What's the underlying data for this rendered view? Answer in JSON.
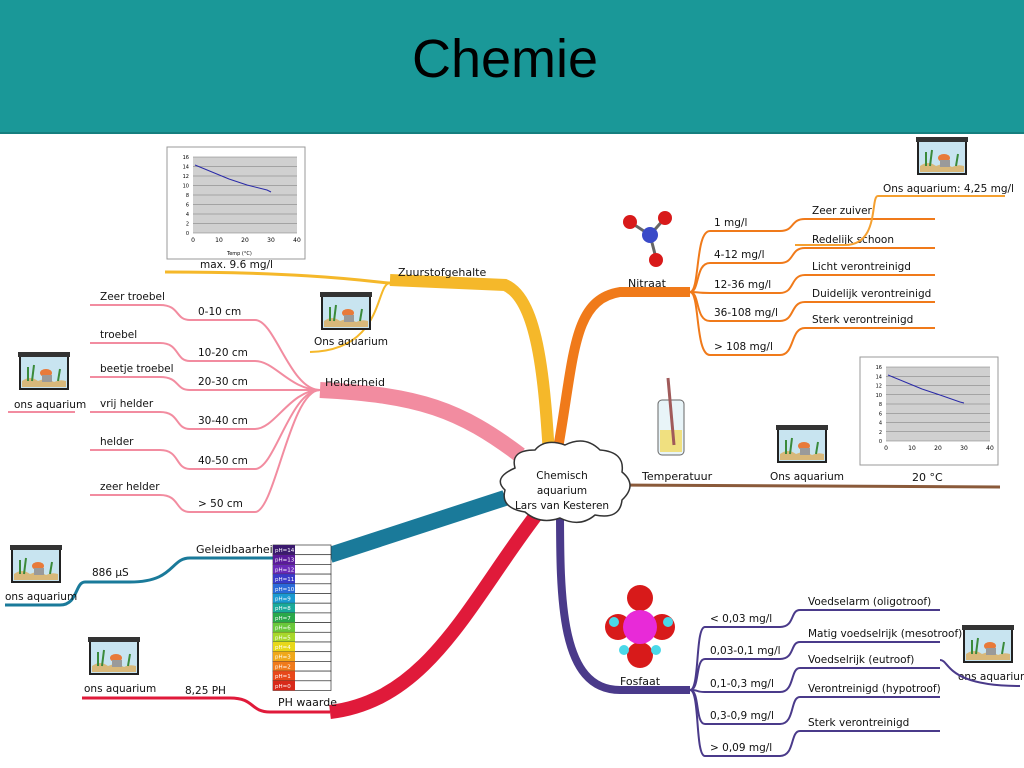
{
  "title": "Chemie",
  "center": {
    "line1": "Chemisch",
    "line2": "aquarium",
    "line3": "Lars van Kesteren"
  },
  "zuurstof": {
    "label": "Zuurstofgehalte",
    "value": "max. 9.6 mg/l",
    "aquarium": "Ons aquarium"
  },
  "helderheid": {
    "label": "Helderheid",
    "aquarium": "ons aquarium",
    "rows": [
      {
        "desc": "Zeer troebel",
        "range": "0-10 cm"
      },
      {
        "desc": "troebel",
        "range": "10-20 cm"
      },
      {
        "desc": "beetje troebel",
        "range": "20-30 cm"
      },
      {
        "desc": "vrij helder",
        "range": "30-40 cm"
      },
      {
        "desc": "helder",
        "range": "40-50 cm"
      },
      {
        "desc": "zeer helder",
        "range": "> 50 cm"
      }
    ]
  },
  "geleidbaarheid": {
    "label": "Geleidbaarheid",
    "value": "886 μS",
    "aquarium": "ons aquarium"
  },
  "ph": {
    "label": "PH waarde",
    "value": "8,25 PH",
    "aquarium": "ons aquarium",
    "scale": [
      "pH=14",
      "pH=13",
      "pH=12",
      "pH=11",
      "pH=10",
      "pH=9",
      "pH=8",
      "pH=7",
      "pH=6",
      "pH=5",
      "pH=4",
      "pH=3",
      "pH=2",
      "pH=1",
      "pH=0"
    ],
    "colors": [
      "#3b1a6e",
      "#5a1a9a",
      "#6a2ab8",
      "#3a3ac8",
      "#2a6ad8",
      "#1a9ad0",
      "#1aaa9a",
      "#2aa84a",
      "#6ac83a",
      "#a8d82a",
      "#e8d81a",
      "#f0a81a",
      "#f07a1a",
      "#e8481a",
      "#d82a1a"
    ]
  },
  "nitraat": {
    "label": "Nitraat",
    "aquarium": "Ons aquarium: 4,25 mg/l",
    "rows": [
      {
        "range": "1 mg/l",
        "desc": "Zeer zuiver"
      },
      {
        "range": "4-12 mg/l",
        "desc": "Redelijk schoon"
      },
      {
        "range": "12-36 mg/l",
        "desc": "Licht verontreinigd"
      },
      {
        "range": "36-108 mg/l",
        "desc": "Duidelijk verontreinigd"
      },
      {
        "range": "> 108 mg/l",
        "desc": "Sterk verontreinigd"
      }
    ]
  },
  "temperatuur": {
    "label": "Temperatuur",
    "aquarium": "Ons aquarium",
    "value": "20 °C"
  },
  "fosfaat": {
    "label": "Fosfaat",
    "aquarium": "ons aquarium",
    "rows": [
      {
        "range": "< 0,03 mg/l",
        "desc": "Voedselarm (oligotroof)"
      },
      {
        "range": "0,03-0,1 mg/l",
        "desc": "Matig voedselrijk (mesotroof)"
      },
      {
        "range": "0,1-0,3 mg/l",
        "desc": "Voedselrijk (eutroof)"
      },
      {
        "range": "0,3-0,9 mg/l",
        "desc": "Verontreinigd (hypotroof)"
      },
      {
        "range": "> 0,09 mg/l",
        "desc": "Sterk verontreinigd"
      }
    ]
  },
  "graph": {
    "xticks": [
      "0",
      "10",
      "20",
      "30",
      "40"
    ],
    "yticks": [
      "16",
      "14",
      "12",
      "10",
      "8",
      "6",
      "4",
      "2",
      "0"
    ],
    "xlabel": "Temp (°C)"
  },
  "colors": {
    "header": "#1a9898",
    "zuurstof": "#f5b82a",
    "helderheid": "#f07a90",
    "nitraat": "#f07a1a",
    "temperatuur": "#8a5a3a",
    "fosfaat": "#4a3a8a",
    "ph": "#e01a3a",
    "geleidbaarheid": "#1a7a9a"
  }
}
